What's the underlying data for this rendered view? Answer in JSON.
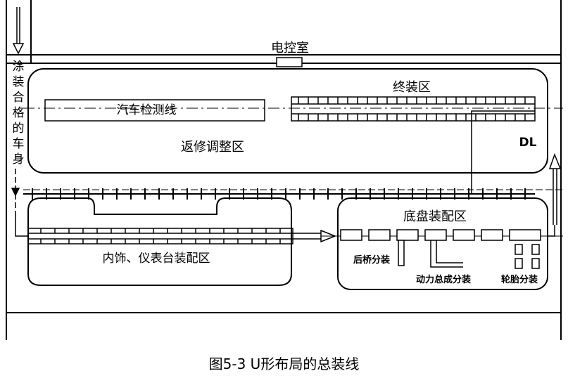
{
  "labels": {
    "control_room": "电控室",
    "painted_body": "涂装合格的车身",
    "final_assembly": "终装区",
    "inspection_line": "汽车检测线",
    "repair_area": "返修调整区",
    "dl": "DL",
    "chassis_area": "底盘装配区",
    "interior_area": "内饰、仪表台装配区",
    "rear_axle_sub": "后桥分装",
    "powertrain_sub": "动力总成分装",
    "tire_sub": "轮胎分装"
  },
  "caption": "图5-3 U形布局的总装线"
}
